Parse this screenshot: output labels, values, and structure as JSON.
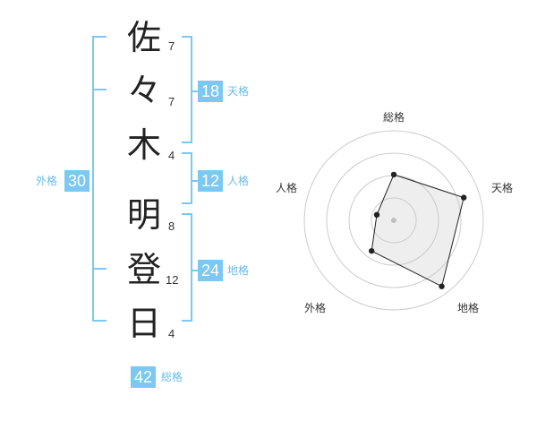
{
  "name_chars": [
    "佐",
    "々",
    "木",
    "明",
    "登",
    "日"
  ],
  "strokes": [
    "7",
    "7",
    "4",
    "8",
    "12",
    "4"
  ],
  "kakusu": {
    "tenkaku": {
      "value": "18",
      "label": "天格"
    },
    "jinkaku": {
      "value": "12",
      "label": "人格"
    },
    "chikaku": {
      "value": "24",
      "label": "地格"
    },
    "gaikaku": {
      "value": "30",
      "label": "外格"
    },
    "soukaku": {
      "value": "42",
      "label": "総格"
    }
  },
  "radar": {
    "axes": [
      "総格",
      "天格",
      "地格",
      "外格",
      "人格"
    ],
    "levels": 4,
    "values": [
      2.3,
      3.7,
      4.1,
      1.9,
      0.9
    ],
    "max": 4.5
  },
  "colors": {
    "accent": "#7cc8f2",
    "text": "#222222",
    "grid": "#cccccc"
  }
}
